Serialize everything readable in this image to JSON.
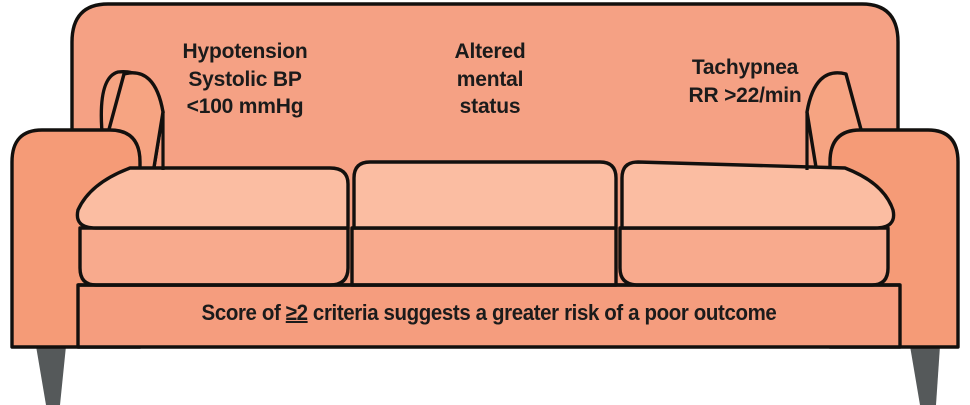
{
  "figure": {
    "name": "qsofa-criteria-sofa-infographic",
    "subject": "sofa-illustration",
    "criteria": [
      {
        "id": "hypotension",
        "text": "Hypotension\nSystolic BP\n<100 mmHg"
      },
      {
        "id": "altered-mental-status",
        "text": "Altered\nmental\nstatus"
      },
      {
        "id": "tachypnea",
        "text": "Tachypnea\nRR >22/min"
      }
    ],
    "footer": {
      "prefix": "Score of ",
      "threshold": "≥2",
      "suffix": " criteria suggests a greater risk of a poor outcome"
    }
  },
  "colors": {
    "background": "#ffffff",
    "outline": "#12100e",
    "backrest": "#f5a184",
    "arm_front": "#f59b77",
    "arm_roll": "#f6a482",
    "seat_cushion": "#fbbda2",
    "seat_band": "#f8aa8d",
    "base_skirt": "#f59d7e",
    "leg": "#55595a",
    "text": "#1b1b1b"
  }
}
